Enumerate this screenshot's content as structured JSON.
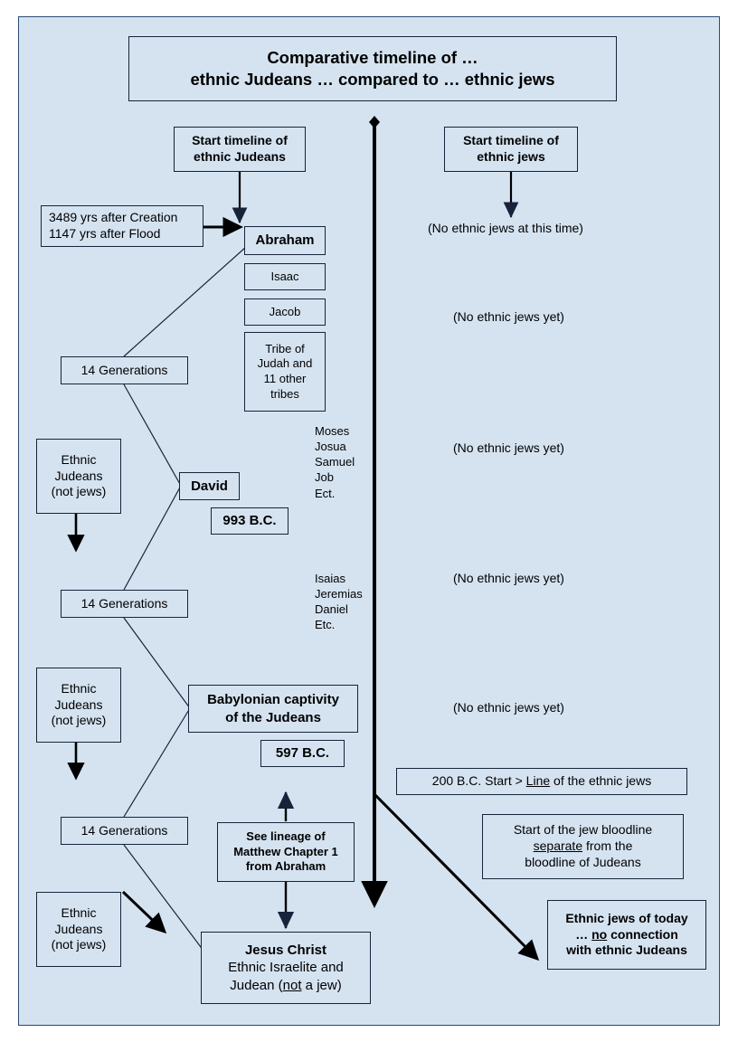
{
  "canvas": {
    "background_color": "#d5e3f1",
    "border_color": "#2e4a73",
    "line_color": "#16233a"
  },
  "title": {
    "line1": "Comparative timeline of …",
    "line2": "ethnic Judeans … compared to … ethnic jews"
  },
  "judean_column": {
    "start_box": {
      "line1": "Start timeline of",
      "line2": "ethnic Judeans"
    },
    "date_box": {
      "line1": "3489 yrs after Creation",
      "line2": "1147 yrs after Flood"
    },
    "lineage": [
      {
        "label": "Abraham",
        "bold": true
      },
      {
        "label": "Isaac",
        "bold": false
      },
      {
        "label": "Jacob",
        "bold": false
      }
    ],
    "tribes_box": {
      "line1": "Tribe of",
      "line2": "Judah and",
      "line3": "11 other",
      "line4": "tribes"
    },
    "generations": [
      {
        "label": "14 Generations"
      },
      {
        "label": "14 Generations"
      },
      {
        "label": "14 Generations"
      }
    ],
    "ethnic_judeans_boxes": [
      {
        "line1": "Ethnic",
        "line2": "Judeans",
        "line3": "(not jews)"
      },
      {
        "line1": "Ethnic",
        "line2": "Judeans",
        "line3": "(not jews)"
      },
      {
        "line1": "Ethnic",
        "line2": "Judeans",
        "line3": "(not jews)"
      }
    ],
    "david": {
      "label": "David",
      "date": "993 B.C."
    },
    "babylon": {
      "line1": "Babylonian captivity",
      "line2": "of the Judeans",
      "date": "597 B.C."
    },
    "matthew_box": {
      "line1": "See lineage of",
      "line2": "Matthew Chapter 1",
      "line3": "from Abraham"
    },
    "jesus_box": {
      "line1": "Jesus Christ",
      "line2": "Ethnic Israelite and",
      "line3_pre": "Judean (",
      "line3_underline": "not",
      "line3_post": " a jew)"
    }
  },
  "prophet_lists": [
    {
      "names": [
        "Moses",
        "Josua",
        "Samuel",
        "Job",
        "Ect."
      ]
    },
    {
      "names": [
        "Isaias",
        "Jeremias",
        "Daniel",
        "Etc."
      ]
    }
  ],
  "jew_column": {
    "start_box": {
      "line1": "Start timeline of",
      "line2": "ethnic jews"
    },
    "no_jews_at_this_time": "(No ethnic jews at this time)",
    "no_jews_yet": [
      "(No ethnic jews yet)",
      "(No ethnic jews yet)",
      "(No ethnic jews yet)",
      "(No ethnic jews yet)"
    ],
    "start_line_box": {
      "pre": "200 B.C.  Start > ",
      "underline": "Line",
      "post": " of the ethnic jews"
    },
    "bloodline_box": {
      "line1": "Start of the jew bloodline",
      "line2_underline": "separate",
      "line2_post": " from the",
      "line3": "bloodline of Judeans"
    },
    "today_box": {
      "line1": "Ethnic jews of today",
      "line2_pre": "… ",
      "line2_underline": "no",
      "line2_post": " connection",
      "line3": "with ethnic Judeans"
    }
  }
}
